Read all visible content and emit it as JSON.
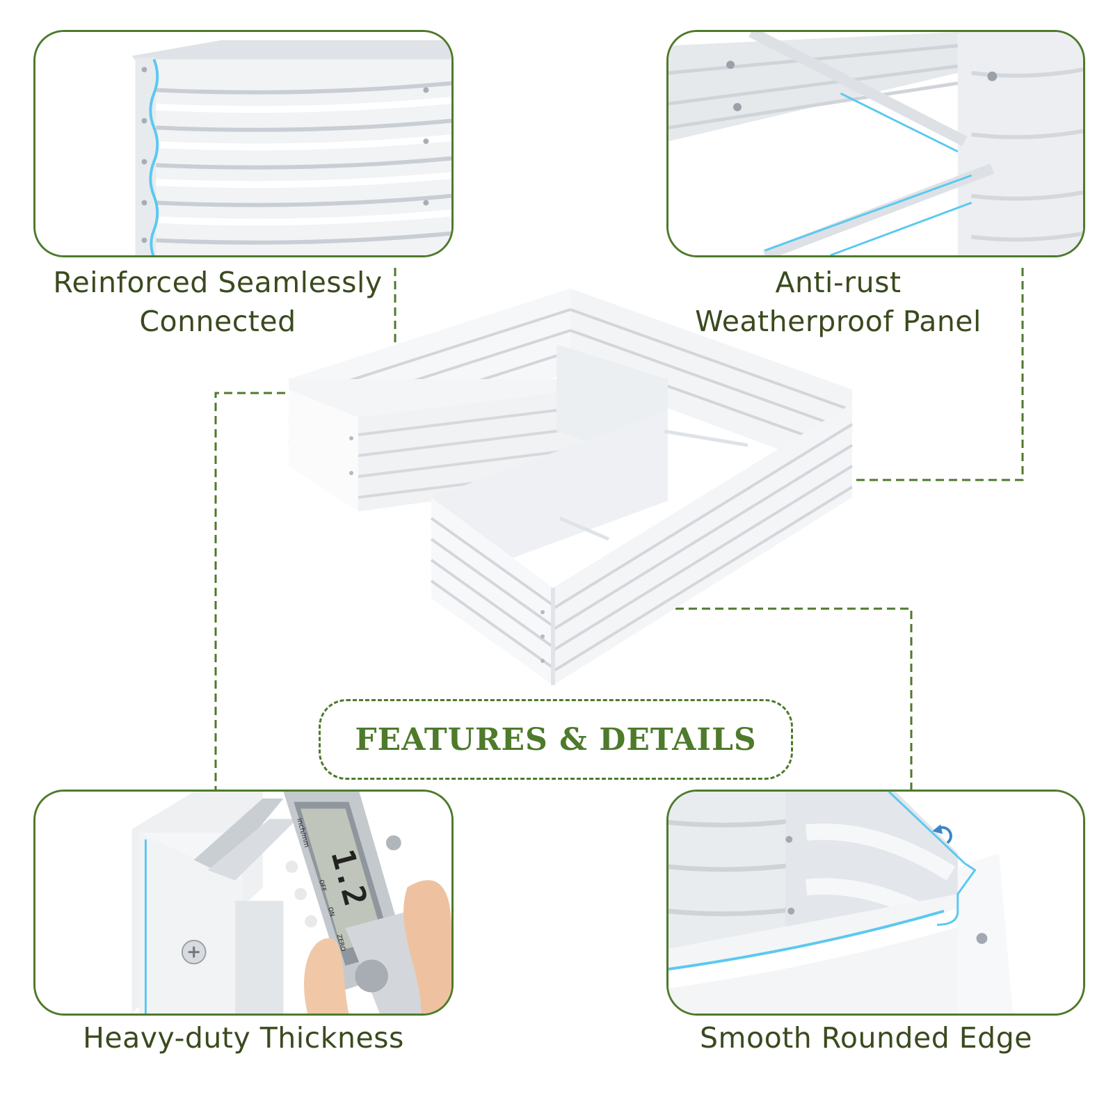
{
  "features": {
    "title": "FEATURES & DETAILS"
  },
  "details": {
    "top_left": {
      "line1": "Reinforced Seamlessly",
      "line2": "Connected"
    },
    "top_right": {
      "line1": "Anti-rust",
      "line2": "Weatherproof Panel"
    },
    "bottom_left": {
      "label": "Heavy-duty Thickness"
    },
    "bottom_right": {
      "label": "Smooth Rounded Edge"
    }
  },
  "caliper": {
    "reading": "1.2",
    "unit": "mm",
    "mode_label": "inch/mm",
    "off_label": "OFF",
    "on_label": "ON",
    "zero_label": "ZERO"
  },
  "colors": {
    "border_green": "#4e7a2b",
    "title_green": "#4e7a2b",
    "caption_text": "#3a4a1e",
    "highlight_blue": "#5bc8f0",
    "panel_white": "#f4f5f7"
  }
}
